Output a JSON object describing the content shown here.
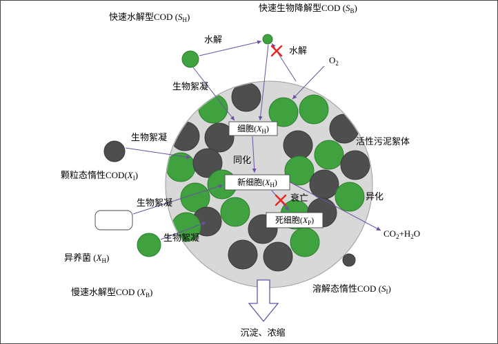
{
  "colors": {
    "green_particle": "#3fa23f",
    "green_particle_stroke": "#2e7d2e",
    "dark_particle": "#4e4e4e",
    "floc_background": "#d8d8d8",
    "arrow_purple": "#6b4fa1",
    "red_cross": "#e8231e",
    "text": "#000000"
  },
  "labels": {
    "fast_hydrolysis_cod": {
      "pre": "快速水解型COD (",
      "sym": "S",
      "sub": "H",
      "post": ")"
    },
    "fast_biodegradable_cod": {
      "pre": "快速生物降解型COD (",
      "sym": "S",
      "sub": "B",
      "post": ")"
    },
    "hydrolysis_top": "水解",
    "hydrolysis_blocked": "水解",
    "oxygen": {
      "p1": "O",
      "s1": "2"
    },
    "bioflocculation_top": "生物絮凝",
    "bioflocculation_left_upper": "生物絮凝",
    "bioflocculation_left_middle": "生物絮凝",
    "bioflocculation_left_lower": "生物絮凝",
    "particulate_inert_cod": {
      "pre": "颗粒态惰性COD(",
      "sym": "X",
      "sub": "I",
      "post": ")"
    },
    "heterotrophic_bacteria": {
      "pre": "异养菌 (",
      "sym": "X",
      "sub": "H",
      "post": ")"
    },
    "slow_hydrolysis_cod": {
      "pre": "慢速水解型COD (",
      "sym": "X",
      "sub": "B",
      "post": ")"
    },
    "cell": {
      "pre": "细胞(",
      "sym": "X",
      "sub": "H",
      "post": ")"
    },
    "assimilation": "同化",
    "new_cell": {
      "pre": "新细胞(",
      "sym": "X",
      "sub": "H",
      "post": ")"
    },
    "decay": "衰亡",
    "dead_cell": {
      "pre": "死细胞(",
      "sym": "X",
      "sub": "P",
      "post": ")"
    },
    "activated_sludge_floc": "活性污泥絮体",
    "dissimilation": "异化",
    "co2_h2o": {
      "p1": "CO",
      "s1": "2",
      "p2": "+H",
      "s2": "2",
      "p3": "O"
    },
    "soluble_inert_cod": {
      "pre": "溶解态惰性COD (",
      "sym": "S",
      "sub": "I",
      "post": ")"
    },
    "settling": "沉淀、浓缩"
  }
}
